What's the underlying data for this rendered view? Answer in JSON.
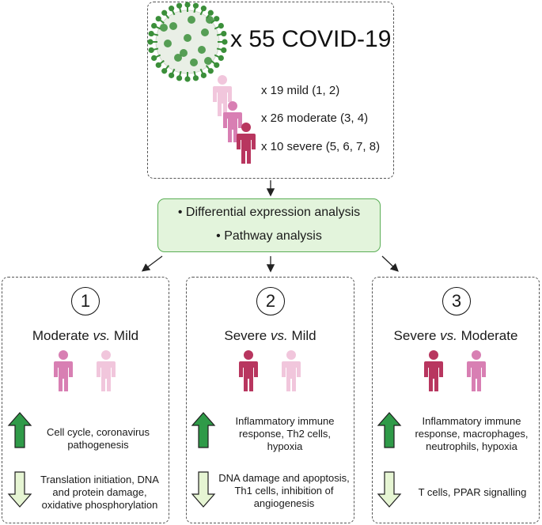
{
  "cohort": {
    "total_label": "x 55 COVID-19",
    "groups": [
      {
        "label": "x 19 mild (1, 2)",
        "severity": "mild"
      },
      {
        "label": "x 26 moderate (3, 4)",
        "severity": "moderate"
      },
      {
        "label": "x 10 severe (5, 6, 7, 8)",
        "severity": "severe"
      }
    ]
  },
  "analysis": {
    "items": [
      "• Differential expression analysis",
      "• Pathway analysis"
    ]
  },
  "comparisons": [
    {
      "number": "1",
      "left": "Moderate",
      "vs": "vs.",
      "right": "Mild",
      "left_severity": "moderate",
      "right_severity": "mild",
      "up": "Cell cycle, coronavirus pathogenesis",
      "down": "Translation initiation, DNA and protein damage, oxidative phosphorylation"
    },
    {
      "number": "2",
      "left": "Severe",
      "vs": "vs.",
      "right": "Mild",
      "left_severity": "severe",
      "right_severity": "mild",
      "up": "Inflammatory immune response, Th2 cells, hypoxia",
      "down": "DNA damage and apoptosis, Th1 cells, inhibition of angiogenesis"
    },
    {
      "number": "3",
      "left": "Severe",
      "vs": "vs.",
      "right": "Moderate",
      "left_severity": "severe",
      "right_severity": "moderate",
      "up": "Inflammatory immune response, macrophages, neutrophils, hypoxia",
      "down": "T cells, PPAR signalling"
    }
  ],
  "colors": {
    "mild": "#f1c6dc",
    "moderate": "#d87fb3",
    "severe": "#b8365f",
    "up_arrow": "#2f9a48",
    "down_arrow": "#e6f5d3",
    "virus": "#3b8f3a"
  },
  "icons": [
    "virus-icon",
    "person-icon",
    "up-arrow-icon",
    "down-arrow-icon",
    "flow-arrow-icon"
  ]
}
